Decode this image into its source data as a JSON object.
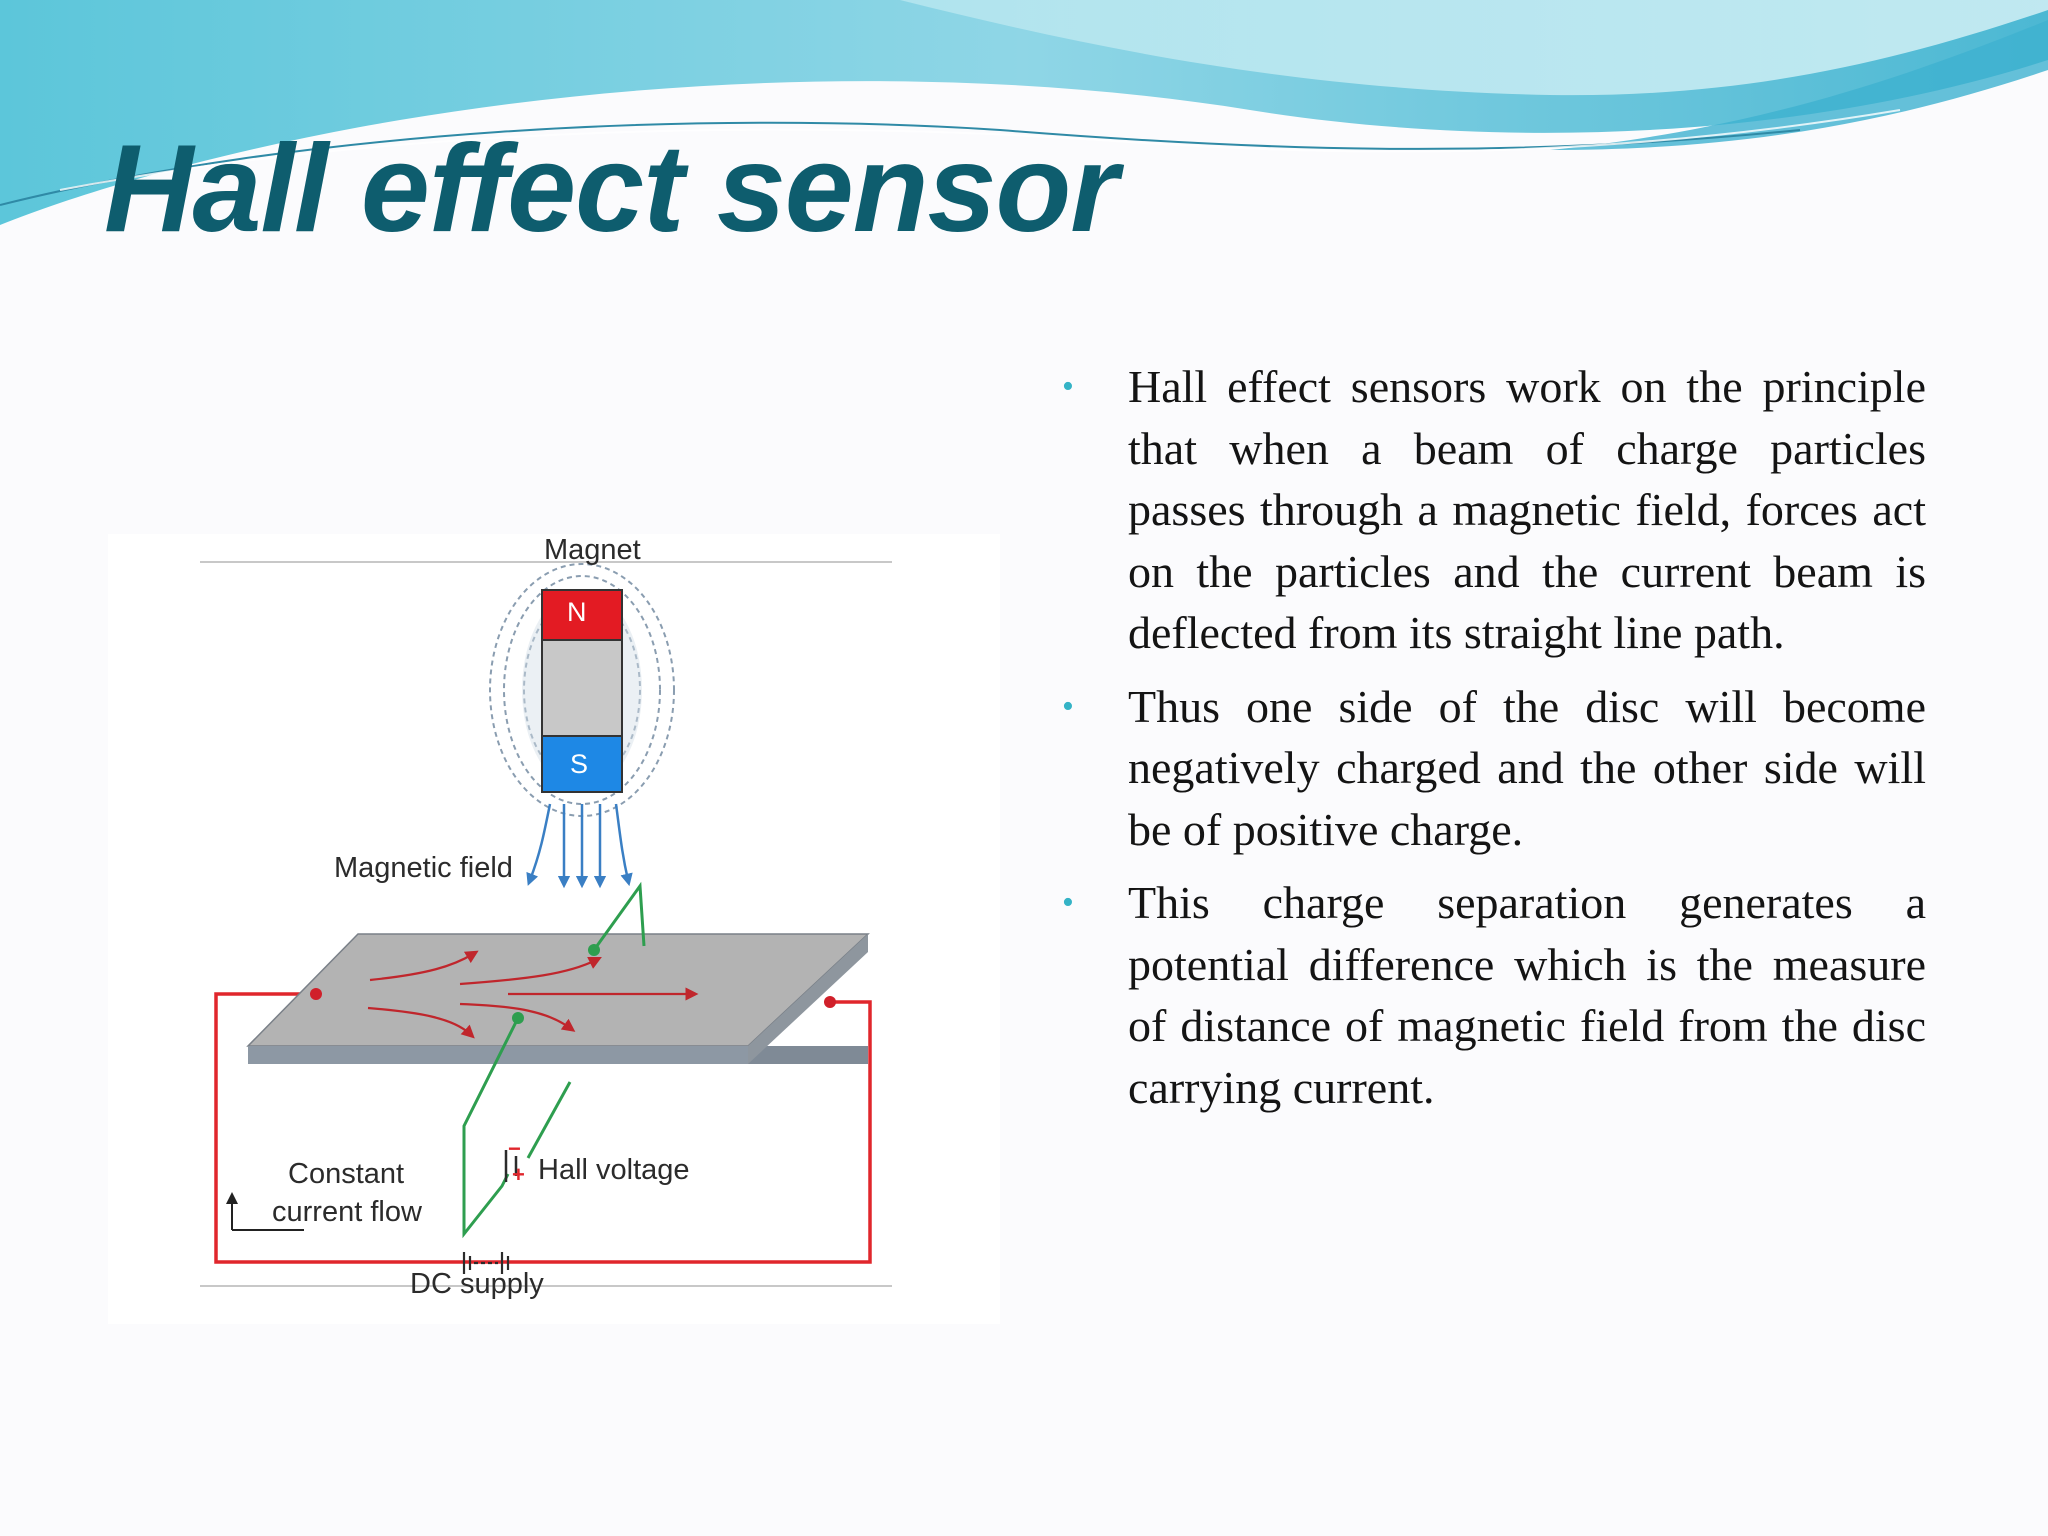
{
  "slide": {
    "title": "Hall effect sensor",
    "bullets": [
      "Hall effect sensors work on the principle that when a beam of charge particles passes through a magnetic field, forces act on the particles and the current beam is deflected from its straight line path.",
      "Thus one side of the disc will become negatively charged and the other side will be of positive charge.",
      "This charge separation generates a potential difference which is the measure of distance of magnetic field from the disc carrying current."
    ]
  },
  "diagram": {
    "magnet_label": "Magnet",
    "north_label": "N",
    "south_label": "S",
    "field_label": "Magnetic field",
    "hall_voltage_label": "Hall voltage",
    "current_label_line1": "Constant",
    "current_label_line2": "current flow",
    "dc_supply_label": "DC supply",
    "minus_sign": "−",
    "plus_sign": "+"
  },
  "colors": {
    "title": "#0e5d6e",
    "bullet": "#34b3c6",
    "north_pole": "#e31b23",
    "south_pole": "#1e88e5",
    "circuit_wire": "#e0262c",
    "hall_wire": "#2e9e4f",
    "field_arrows": "#3a7fc4",
    "plate": "#b3b3b3"
  }
}
